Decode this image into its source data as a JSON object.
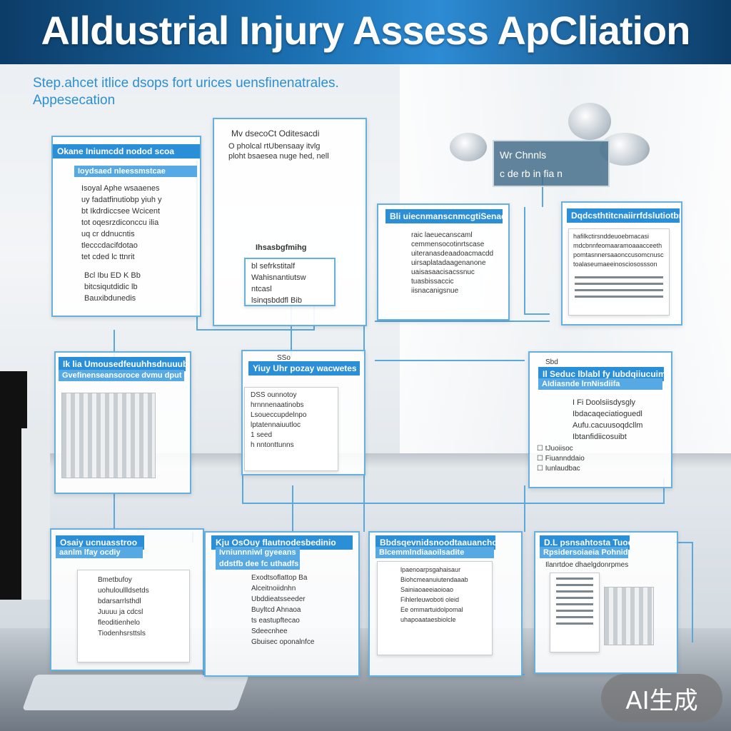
{
  "header": {
    "title": "AIldustrial  Injury Assess ApCliation"
  },
  "subtitle": {
    "line1": "Step.ahcet itlice dsops fort urices uensfinenatrales.",
    "line2": "Appesecation"
  },
  "callout": {
    "line1": "Wr Chnnls",
    "line2": "c de rb  in fia n"
  },
  "panels": {
    "p1": {
      "head": "Okane Iniumcdd nodod scoa",
      "sub": "Ioydsaed nleessmstcae",
      "lines": [
        "Isoyal Aphe wsaaenes",
        "uy fadatfinutiobp yiuh y",
        "bt Ikdrdiccsee Wcicent",
        "tot oqesrzdiconccu ilia",
        "uq cr ddnucntis",
        "tlecccdacifdotao",
        "tet cded lc ttnrit"
      ],
      "foot": [
        "Bcl Ibu ED K Bb",
        "bitcsiqutdidic lb",
        "Bauxibdunedis"
      ]
    },
    "p2": {
      "head": "Mv dsecoCt Oditesacdi",
      "sub": "O pholcal rtUbensaay itvlg",
      "sub2": "ploht bsaesea nuge hed, nell",
      "mid": "Ihsasbgfmihg",
      "lines": [
        "bl sefrkstitalf",
        "Wahisnantiutsw",
        "ntcasl",
        "lsinqsbddfl Bib"
      ]
    },
    "p3": {
      "head": "Bli uiecnmanscnmcgtiSenaesi",
      "lines": [
        "raic laeuecanscaml",
        "cemmensocotinrtscase",
        "uiteranasdeaadoacmacdd",
        "uirsaplatadaagenanone",
        "uaisasaacisacssnuc",
        "tuasbissaccic",
        "iisnacanigsnue"
      ]
    },
    "p4": {
      "head": "Dqdcsthtitcnaiirrfdslutiotbrfi",
      "lines": [
        "hafilkctirsnddeuoebmacasi",
        "mdcbnnfeomaaramoaaacceeth",
        "pomtasnnersaaonccusomcnusc",
        "toalaseumaeeinosciosossson"
      ]
    },
    "p5": {
      "head": "Ik lia Umousedfeuuhhsdnuuubeu",
      "sub": "Gvefinenseansoroce dvmu dput"
    },
    "p6": {
      "head": "SSo",
      "sub": "Yiuy Uhr pozay wacwetes",
      "lines": [
        "DSS ounnotoy",
        "hrnnnenaatinobs",
        "Lsoueccupdelnpo",
        "lptatennaiuutloc",
        "1 seed",
        "h nntonttunns"
      ]
    },
    "p7": {
      "head": "Sbd",
      "sub": "Il Seduc lblabl fy Iubdqiiucuim",
      "sub2": "AIdiasnde lrnNisdiifa",
      "lines": [
        "I Fi Doolsiisdysgly",
        "Ibdacaqeciatioguedl",
        "Aufu.cacuusoqdcllm",
        "Ibtanfidiicosuibt"
      ],
      "checks": [
        "tJuoiisoc",
        "Fiuannddaio",
        "Iunlaudbac"
      ]
    },
    "p8": {
      "head": "Osaiy ucnuasstroo",
      "sub": "aanlm lfay ocdiy",
      "lines": [
        "Bmetbufoy",
        "uohuloullldsetds",
        "bdarsarrlsthdl",
        "Juuuu ja cdcsl",
        "fleoditienhelo",
        "Tiodenhsrsttsls"
      ]
    },
    "p9": {
      "head": "Kju OsOuy flautnodesbedinio",
      "sub": "Ivniunnniwl gyeeans",
      "sub2": "ddstfb dee fc uthadfs",
      "lines": [
        "Exodtsoflattop Ba",
        "Alceitnoiidnhn",
        "Ubddieatsseeder",
        "Buyltcd Ahnaoa",
        "ts eastupftecao",
        "Sdeecnhee",
        "Gbuisec oponalnfce"
      ]
    },
    "p10": {
      "head": "Bbdsqevnidsnoodtaauanchoe",
      "sub": "Blcemmlndiaaoilsadite",
      "lines": [
        "lpaenoarpsgahaisaur",
        "Biohcmeanuiutendaaab",
        "Sainiaoaeeiaoioao",
        "Fihlerleuwoboti oleid",
        "Ee ommartuidolpomal",
        "uhapoaataesbiolcle"
      ]
    },
    "p11": {
      "head": "D.L psnsahtosta Tuooia",
      "sub": "Rpsidersoiaeia Pohnid",
      "sub2": "Ilanrtdoe dhaelgdonrpmes"
    }
  },
  "badge": {
    "label": "AI生成"
  },
  "colors": {
    "header_start": "#0c3c67",
    "header_mid": "#2d8bd4",
    "accent": "#2a8fd6",
    "connector": "#5aa8dc"
  }
}
